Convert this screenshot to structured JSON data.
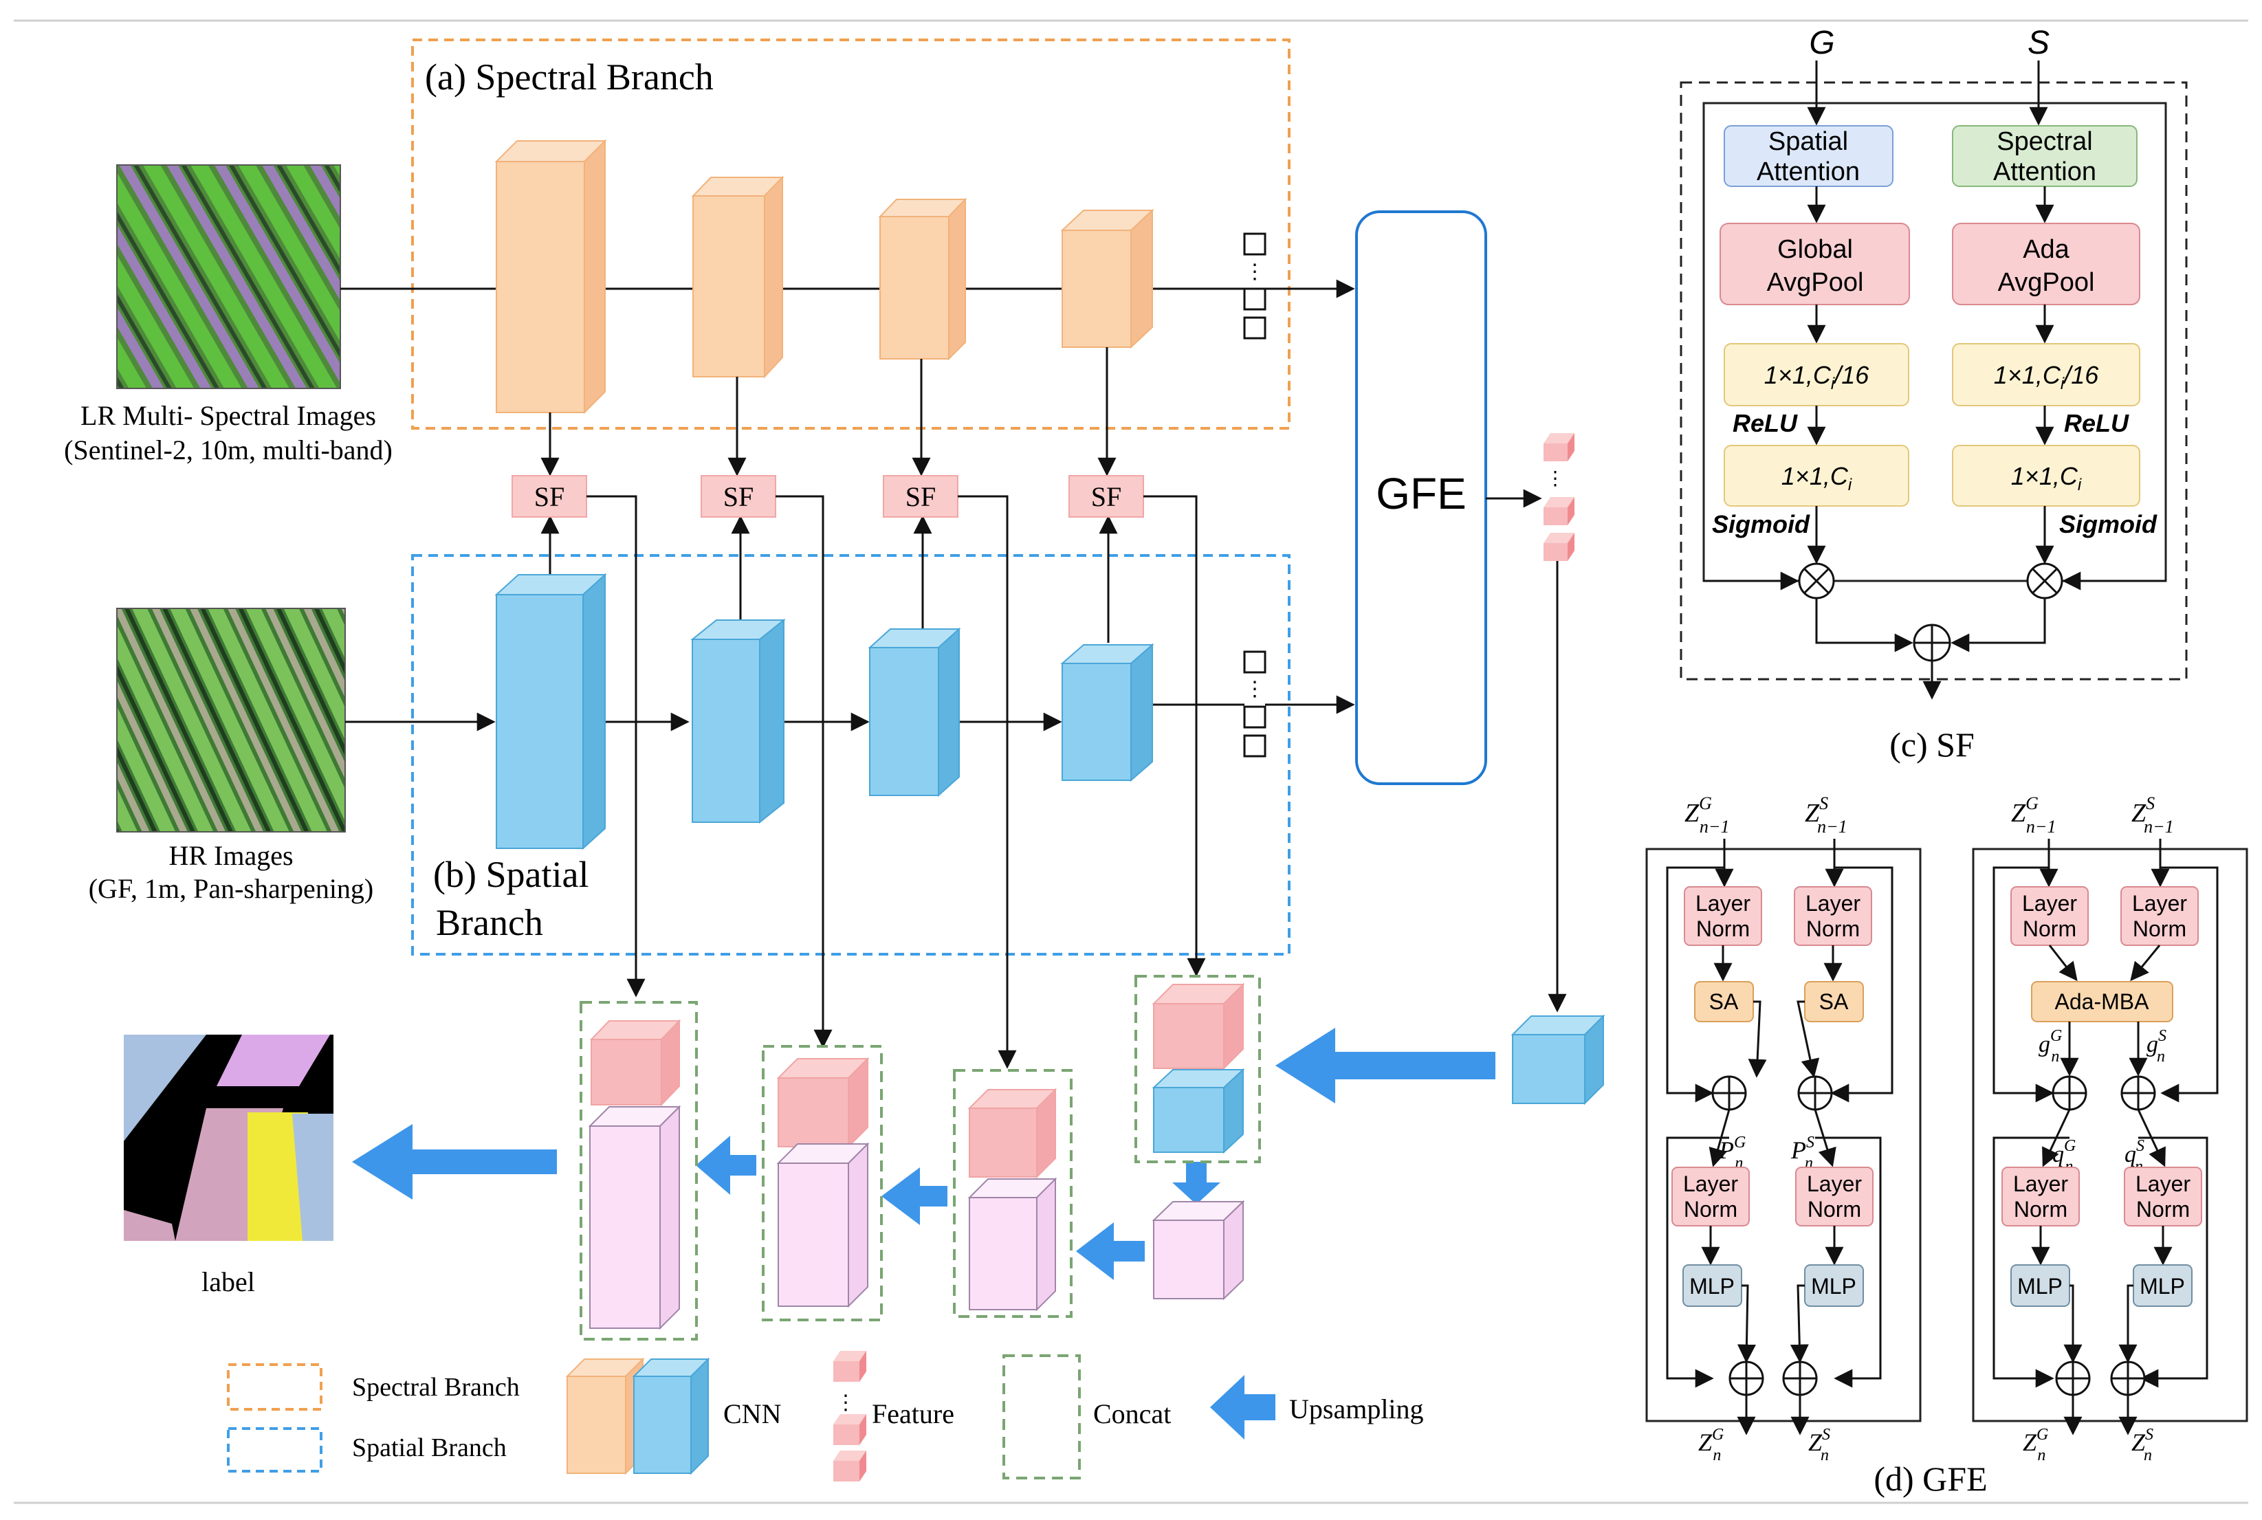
{
  "branches": {
    "spectral_title": "(a) Spectral Branch",
    "spatial_title_1": "(b) Spatial",
    "spatial_title_2": "Branch"
  },
  "inputs": {
    "lr_label_1": "LR Multi- Spectral Images",
    "lr_label_2": "(Sentinel-2, 10m, multi-band)",
    "hr_label_1": "HR Images",
    "hr_label_2": "(GF, 1m, Pan-sharpening)"
  },
  "sf_label": "SF",
  "gfe_label": "GFE",
  "output_label": "label",
  "sf_panel": {
    "input_g": "G",
    "input_s": "S",
    "spatial_attention_1": "Spatial",
    "spatial_attention_2": "Attention",
    "spectral_attention_1": "Spectral",
    "spectral_attention_2": "Attention",
    "global_avgpool_1": "Global",
    "global_avgpool_2": "AvgPool",
    "ada_avgpool_1": "Ada",
    "ada_avgpool_2": "AvgPool",
    "conv_reduce": "1×1,C",
    "conv_reduce_sub": "i",
    "conv_reduce_tail": "/16",
    "conv_expand": "1×1,C",
    "conv_expand_sub": "i",
    "relu": "ReLU",
    "sigmoid": "Sigmoid",
    "caption": "(c) SF"
  },
  "gfe_panel": {
    "z": "Z",
    "g": "G",
    "s": "S",
    "prev_sub": "n−1",
    "n_sub": "n",
    "layer_1": "Layer",
    "layer_2": "Norm",
    "sa": "SA",
    "ada_mba": "Ada-MBA",
    "mlp": "MLP",
    "p": "P",
    "q": "q",
    "gv": "g",
    "caption": "(d) GFE"
  },
  "legend": {
    "spectral": "Spectral Branch",
    "spatial": "Spatial Branch",
    "cnn": "CNN",
    "feature": "Feature",
    "concat": "Concat",
    "upsampling": "Upsampling"
  },
  "colors": {
    "spectral_box": "#fbd3ad",
    "spectral_side": "#f6be90",
    "spatial_box": "#8ccff0",
    "spatial_side": "#5fb4e0",
    "feature_pink": "#f7b9bb",
    "decoder_pink": "#fbe0f8",
    "orange_dash": "#f0a050",
    "blue_dash": "#3f9ee6",
    "green_dash": "#7aa572",
    "arrow_blue": "#3d96ea"
  }
}
